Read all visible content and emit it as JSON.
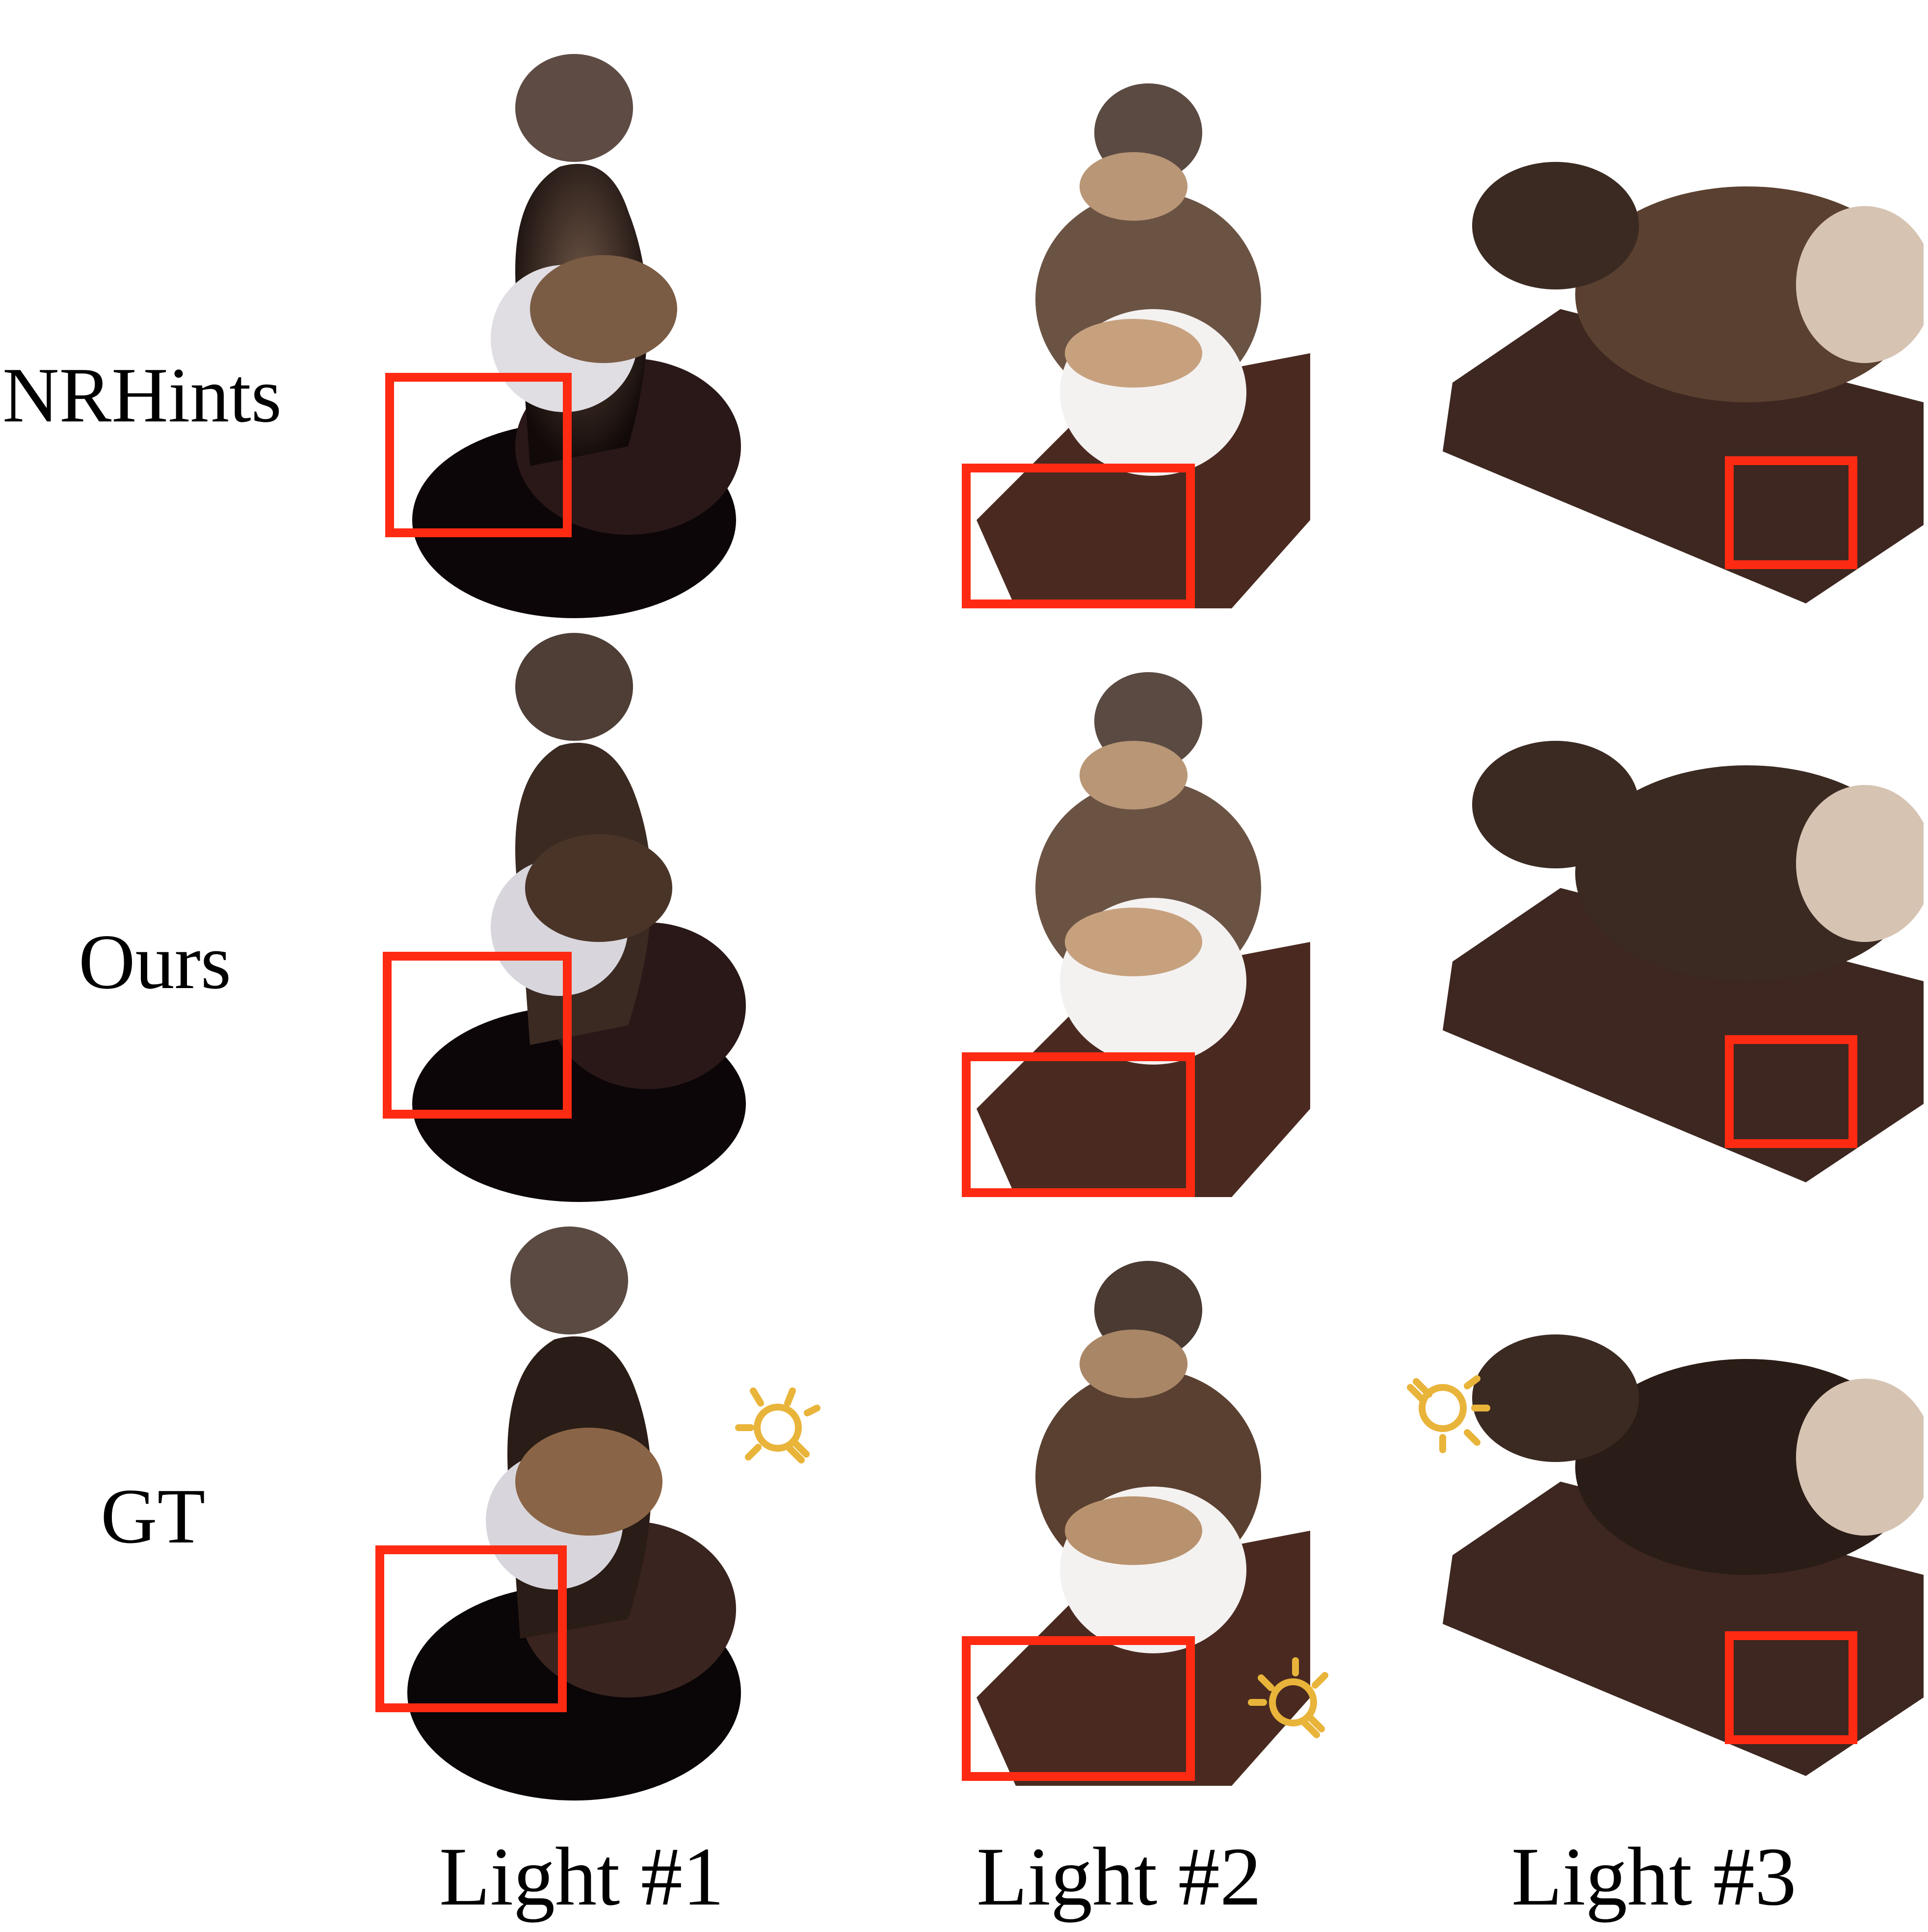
{
  "rows": [
    {
      "key": "nrhints",
      "label": "NRHints"
    },
    {
      "key": "ours",
      "label": "Ours"
    },
    {
      "key": "gt",
      "label": "GT"
    }
  ],
  "columns": [
    {
      "key": "light1",
      "label": "Light #1"
    },
    {
      "key": "light2",
      "label": "Light #2"
    },
    {
      "key": "light3",
      "label": "Light #3"
    }
  ],
  "colors": {
    "highlight_box": "#ff2a12",
    "light_icon": "#e9b43a",
    "fur_dark": "#1a0f0c",
    "fur_brown": "#5a4030",
    "fur_light": "#c7a17e",
    "wood": "#4a2a20",
    "white_fur": "#f4f1f1"
  },
  "icons": [
    "light-bulb-icon"
  ]
}
